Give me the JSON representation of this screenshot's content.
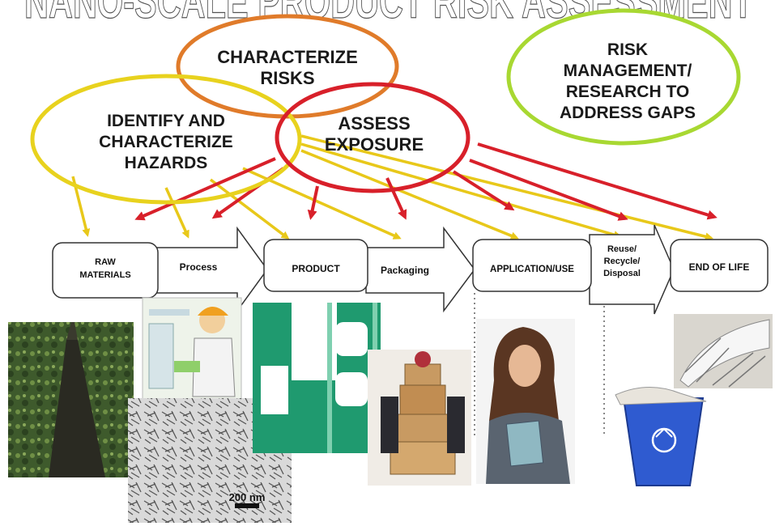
{
  "title_fragment": "NANO-SCALE PRODUCT RISK ASSESSMENT",
  "ovals": {
    "characterize_risks": [
      "CHARACTERIZE",
      "RISKS"
    ],
    "identify_hazards": [
      "IDENTIFY AND",
      "CHARACTERIZE",
      "HAZARDS"
    ],
    "assess_exposure": [
      "ASSESS",
      "EXPOSURE"
    ],
    "risk_management": [
      "RISK",
      "MANAGEMENT/",
      "RESEARCH TO",
      "ADDRESS GAPS"
    ]
  },
  "lifecycle": {
    "raw_materials": [
      "RAW",
      "MATERIALS"
    ],
    "process": "Process",
    "product": "PRODUCT",
    "packaging": "Packaging",
    "application": "APPLICATION/USE",
    "reuse": [
      "Reuse/",
      "Recycle/",
      "Disposal"
    ],
    "end_of_life": "END OF LIFE"
  },
  "photos": {
    "scale_bar_label": "200 nm"
  },
  "colors": {
    "orange_oval": "#e07b2a",
    "yellow_oval": "#e8d21e",
    "red_oval": "#d8202a",
    "green_oval": "#a8d832",
    "yellow_arrow": "#e8c81a",
    "red_arrow": "#d8202a"
  }
}
